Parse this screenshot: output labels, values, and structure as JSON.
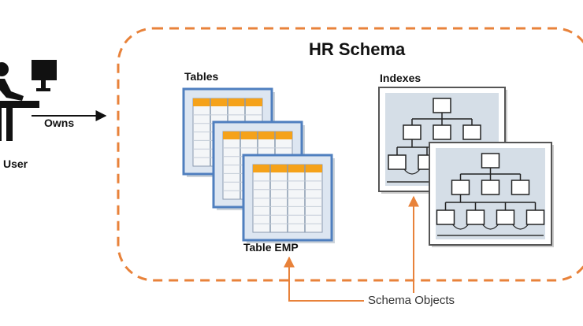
{
  "diagram": {
    "schema_title": "HR Schema",
    "user_label": "User",
    "owns_label": "Owns",
    "tables_label": "Tables",
    "indexes_label": "Indexes",
    "table_emp_label": "Table EMP",
    "schema_objects_label": "Schema Objects",
    "colors": {
      "dashed_border": "#e8823a",
      "callout_line": "#e8823a",
      "table_frame": "#4f7fbf",
      "table_fill": "#dde6f1",
      "table_header": "#f5a21a",
      "index_panel": "#d5dee7",
      "index_frame": "#555555",
      "icon": "#111111"
    },
    "icons": [
      "desk-user-icon",
      "table-icon",
      "index-tree-icon"
    ]
  }
}
